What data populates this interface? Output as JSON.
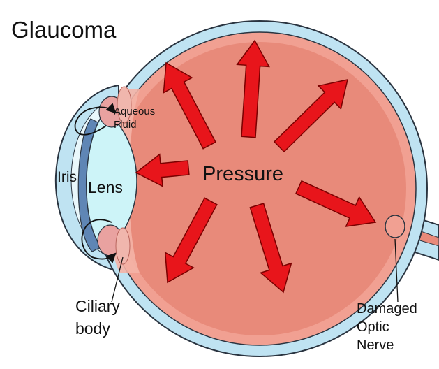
{
  "title": "Glaucoma",
  "labels": {
    "aqueous_fluid": [
      "Aqueous",
      "Fluid"
    ],
    "iris": "Iris",
    "lens": "Lens",
    "pressure": "Pressure",
    "ciliary_body": [
      "Ciliary",
      "body"
    ],
    "damaged_optic_nerve": [
      "Damaged",
      "Optic",
      "Nerve"
    ]
  },
  "colors": {
    "sclera": "#bfe3f2",
    "outline": "#2a3440",
    "eye_interior": "#e88a7a",
    "retina_band": "#f1a092",
    "arrow_fill": "#e8151b",
    "arrow_stroke": "#7a0000",
    "lens": "#cdf4f8",
    "iris": "#5f86b5",
    "cornea_fill": "#e9f7fb"
  },
  "icons": [
    "pressure-arrow",
    "circulation-arrow"
  ]
}
